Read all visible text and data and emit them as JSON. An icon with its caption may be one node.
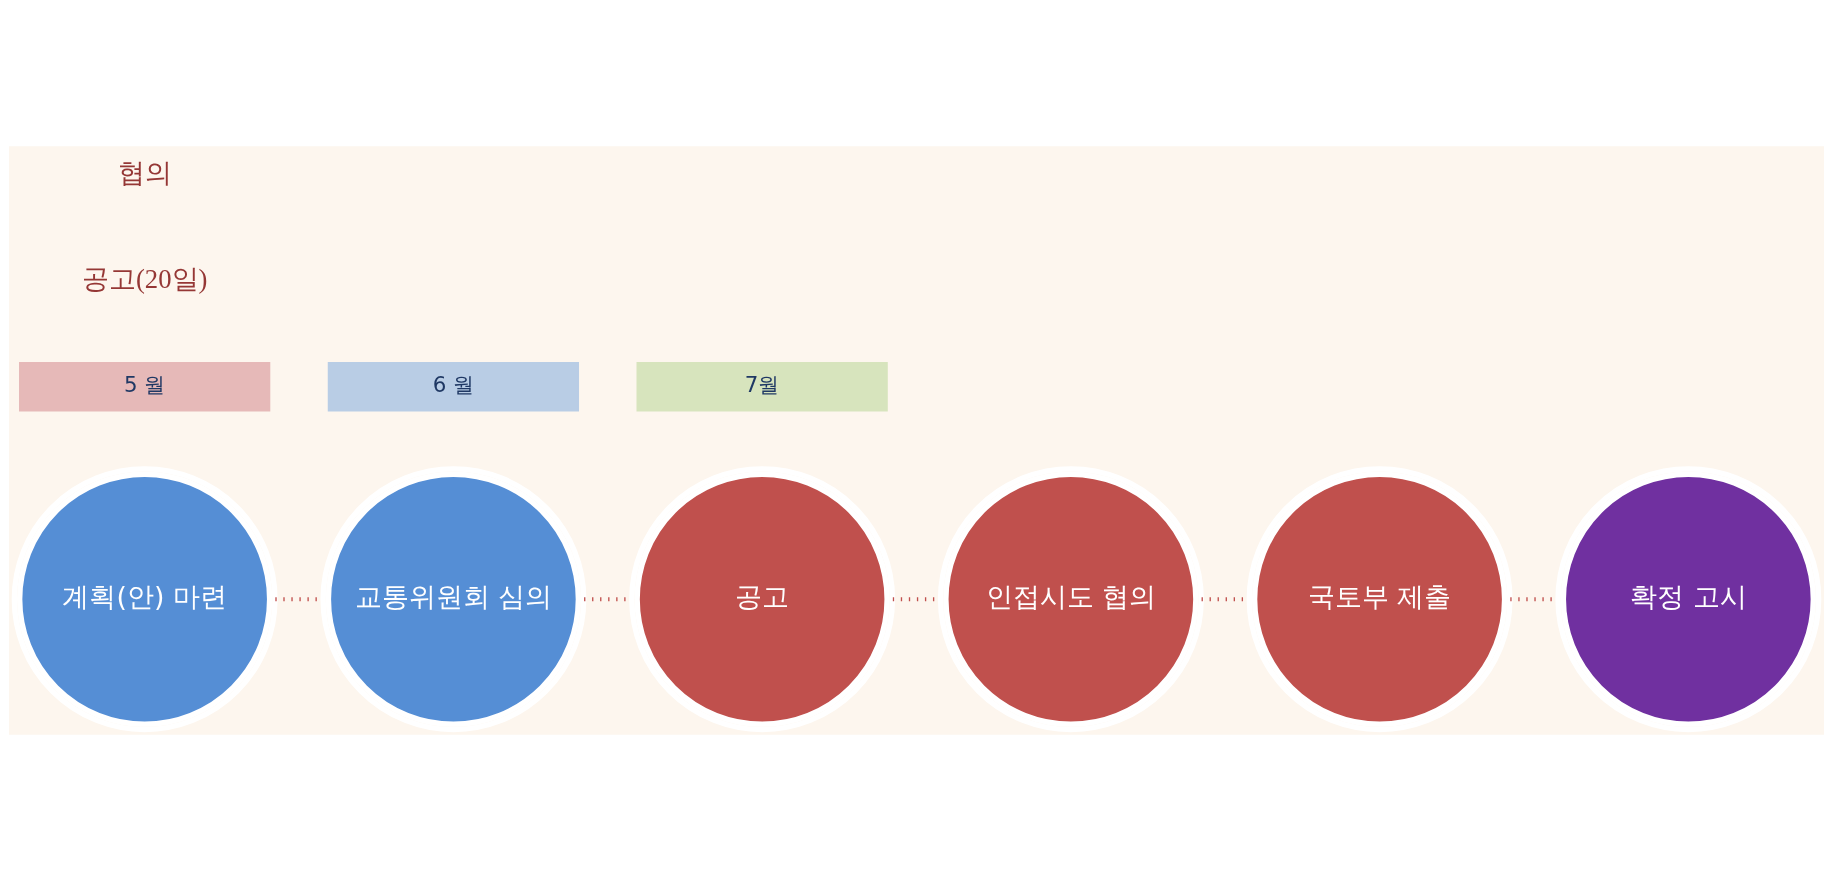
{
  "diagram": {
    "nodes": [
      {
        "text": [
          "계획(안) 마련"
        ]
      },
      {
        "text": [
          "교통위원회 심의"
        ]
      },
      {
        "text": [
          "공고"
        ]
      },
      {
        "text": [
          "인접시도 협의"
        ]
      },
      {
        "text": [
          "국토부 제출"
        ]
      },
      {
        "text": [
          "확정 고시"
        ]
      },
      {
        "text": [
          "5 월"
        ]
      },
      {
        "text": [
          "6 월"
        ]
      },
      {
        "text": [
          "7월"
        ]
      }
    ],
    "edges": [
      {
        "from": 0,
        "to": 1,
        "arrow": "none",
        "style": "dashed"
      },
      {
        "from": 1,
        "to": 2,
        "arrow": "none",
        "style": "dashed"
      },
      {
        "from": 2,
        "to": 3,
        "arrow": "none",
        "style": "dashed"
      },
      {
        "from": 3,
        "to": 4,
        "arrow": "none",
        "style": "dashed"
      },
      {
        "from": 4,
        "to": 5,
        "arrow": "none",
        "style": "dashed"
      }
    ],
    "labels": [
      "공고(20일)",
      "협의"
    ]
  }
}
